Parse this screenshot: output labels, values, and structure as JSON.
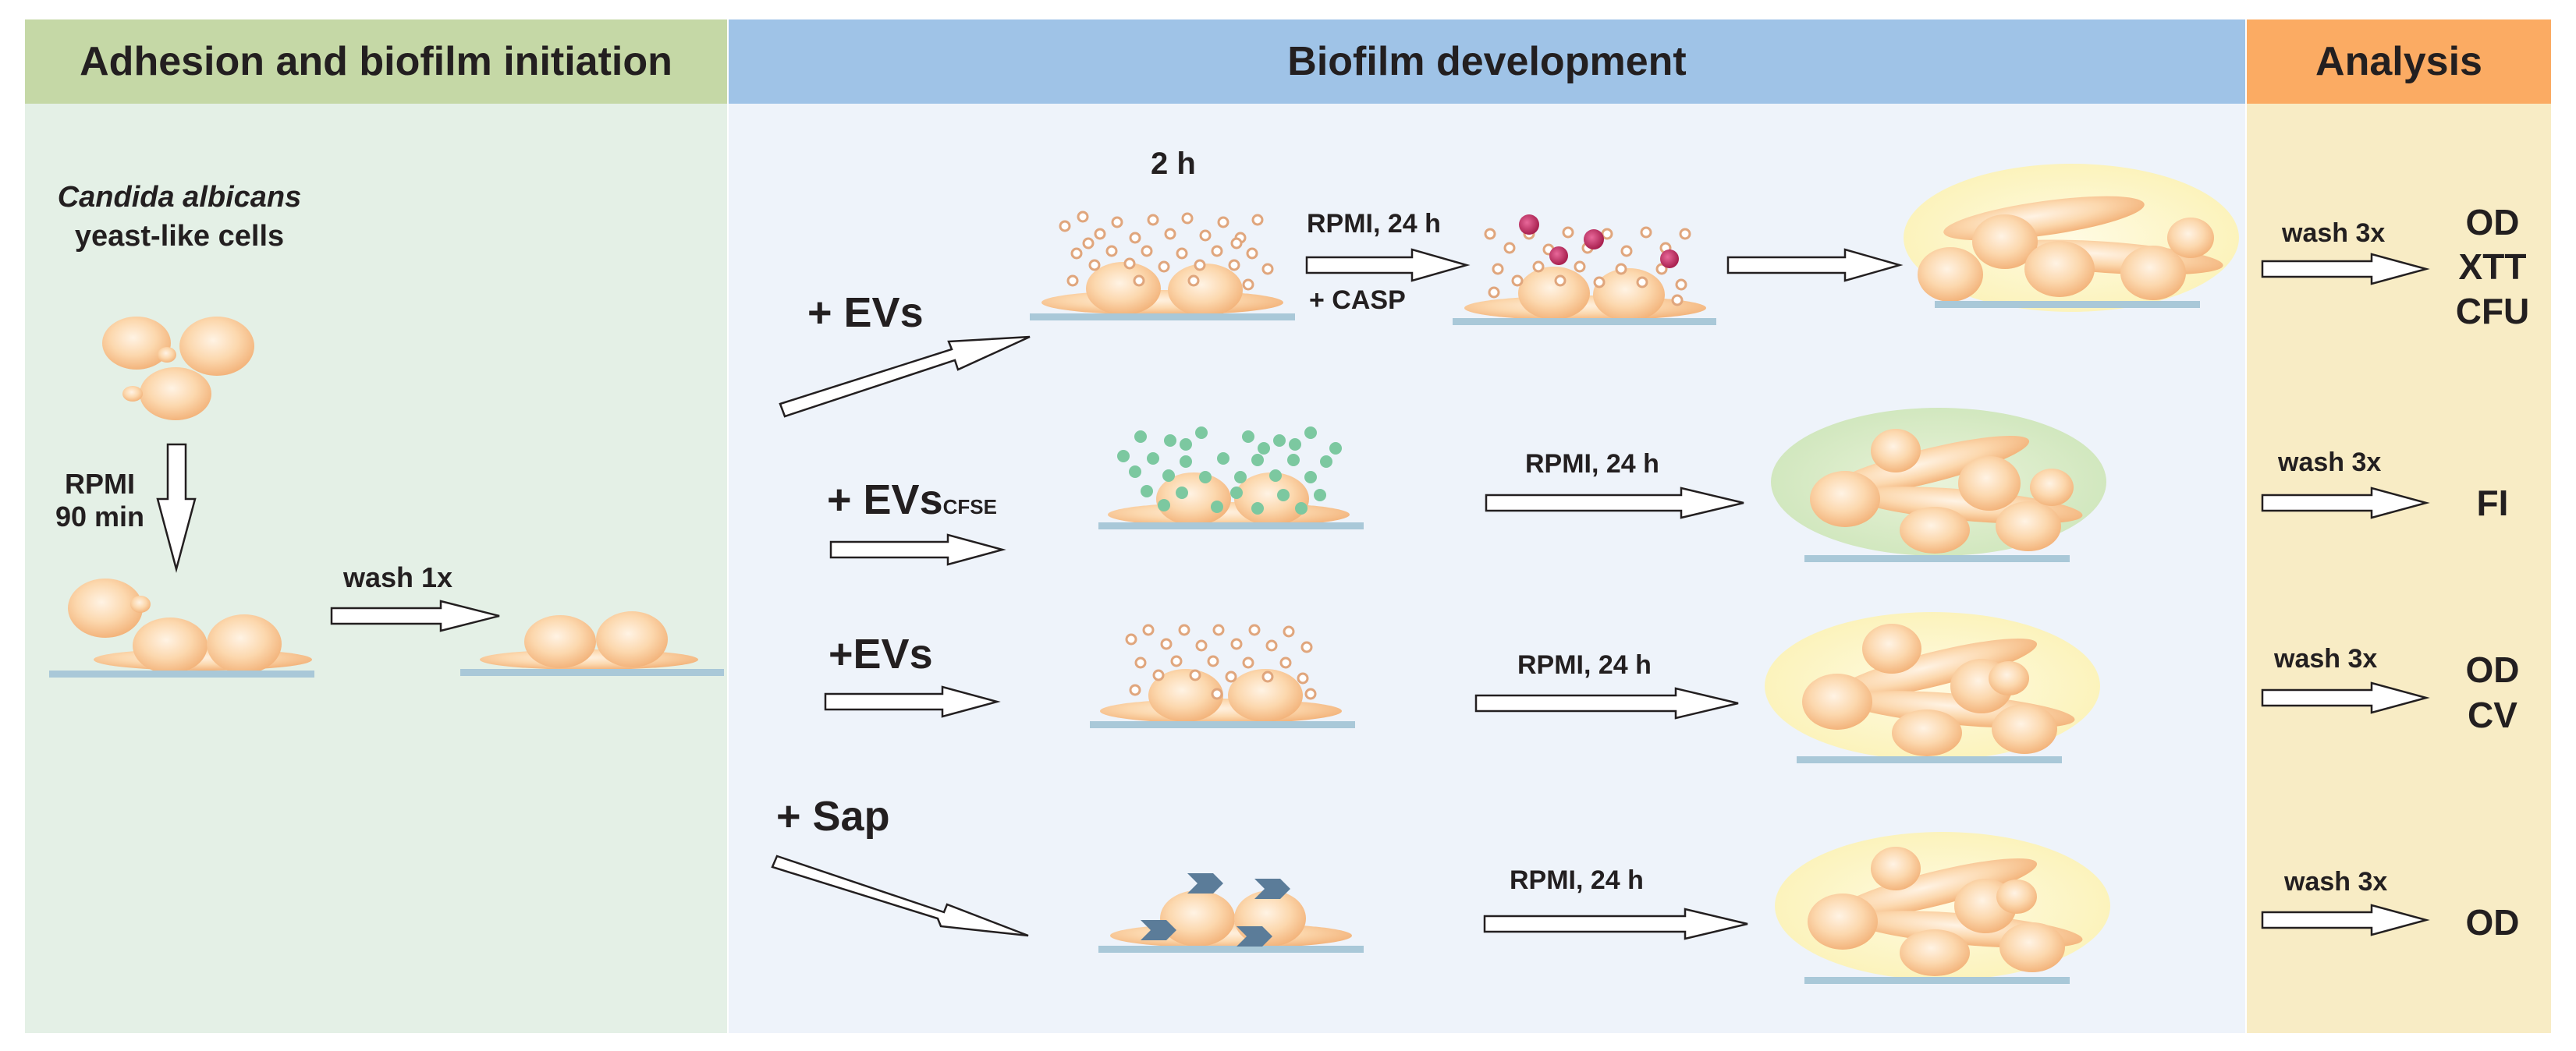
{
  "panels": {
    "adhesion": {
      "title": "Adhesion and biofilm initiation",
      "bg": "#e4f0e6",
      "header_bg": "#c5d8a6"
    },
    "development": {
      "title": "Biofilm development",
      "bg": "#eef3fa",
      "header_bg": "#9fc3e7"
    },
    "analysis": {
      "title": "Analysis",
      "bg": "#f8ecc5",
      "header_bg": "#fbab63"
    }
  },
  "adhesion": {
    "organism": "Candida albicans",
    "cell_type": "yeast-like cells",
    "step1": {
      "line1": "RPMI",
      "line2": "90 min"
    },
    "wash": "wash 1x"
  },
  "development": {
    "time_label": "2 h",
    "rows": [
      {
        "treatment": "+ EVs",
        "treatment_sub": "",
        "condition": "RPMI, 24 h",
        "extra": "+ CASP"
      },
      {
        "treatment": "+ EVs",
        "treatment_sub": "CFSE",
        "condition": "RPMI, 24 h",
        "extra": ""
      },
      {
        "treatment": "+EVs",
        "treatment_sub": "",
        "condition": "RPMI, 24 h",
        "extra": ""
      },
      {
        "treatment": "+ Sap",
        "treatment_sub": "",
        "condition": "RPMI, 24 h",
        "extra": ""
      }
    ]
  },
  "analysis": {
    "rows": [
      {
        "wash": "wash 3x",
        "readouts": [
          "OD",
          "XTT",
          "CFU"
        ]
      },
      {
        "wash": "wash 3x",
        "readouts": [
          "FI"
        ]
      },
      {
        "wash": "wash 3x",
        "readouts": [
          "OD",
          "CV"
        ]
      },
      {
        "wash": "wash 3x",
        "readouts": [
          "OD"
        ]
      }
    ]
  },
  "colors": {
    "cell_fill": "#fbd4a8",
    "cell_edge": "#f4b57c",
    "substrate": "#a9c8d8",
    "ev_dot": "#e8b48a",
    "cfse_dot": "#7cc8a0",
    "casp": "#c8356f",
    "sap": "#5b7c99",
    "matrix_yellow": "#fdf6c8",
    "matrix_green": "#d8ecc4"
  }
}
